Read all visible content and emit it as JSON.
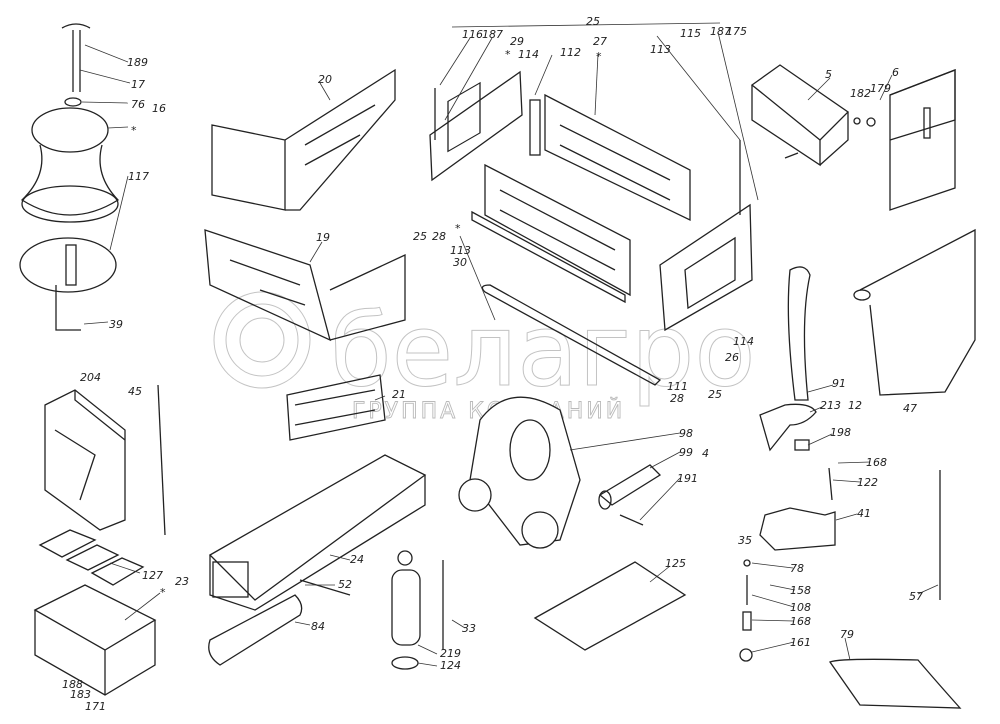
{
  "diagram": {
    "watermark": {
      "brand": "белагро",
      "subtitle": "ГРУППА КОМПАНИЙ"
    },
    "labels": [
      "189",
      "17",
      "76",
      "16",
      "*",
      "117",
      "39",
      "20",
      "19",
      "25",
      "116",
      "187",
      "29",
      "*",
      "114",
      "112",
      "27",
      "*",
      "113",
      "115",
      "187",
      "175",
      "25",
      "28",
      "*",
      "113",
      "30",
      "5",
      "182",
      "179",
      "6",
      "114",
      "26",
      "111",
      "28",
      "25",
      "21",
      "24",
      "52",
      "84",
      "204",
      "45",
      "127",
      "23",
      "*",
      "188",
      "183",
      "171",
      "33",
      "219",
      "124",
      "98",
      "99",
      "4",
      "191",
      "91",
      "213",
      "12",
      "198",
      "47",
      "168",
      "122",
      "41",
      "35",
      "125",
      "78",
      "158",
      "108",
      "168",
      "161",
      "57",
      "79"
    ]
  }
}
